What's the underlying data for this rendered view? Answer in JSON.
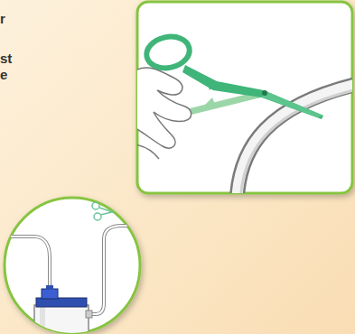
{
  "diagram": {
    "labels": [
      "r",
      "st",
      "e"
    ]
  }
}
